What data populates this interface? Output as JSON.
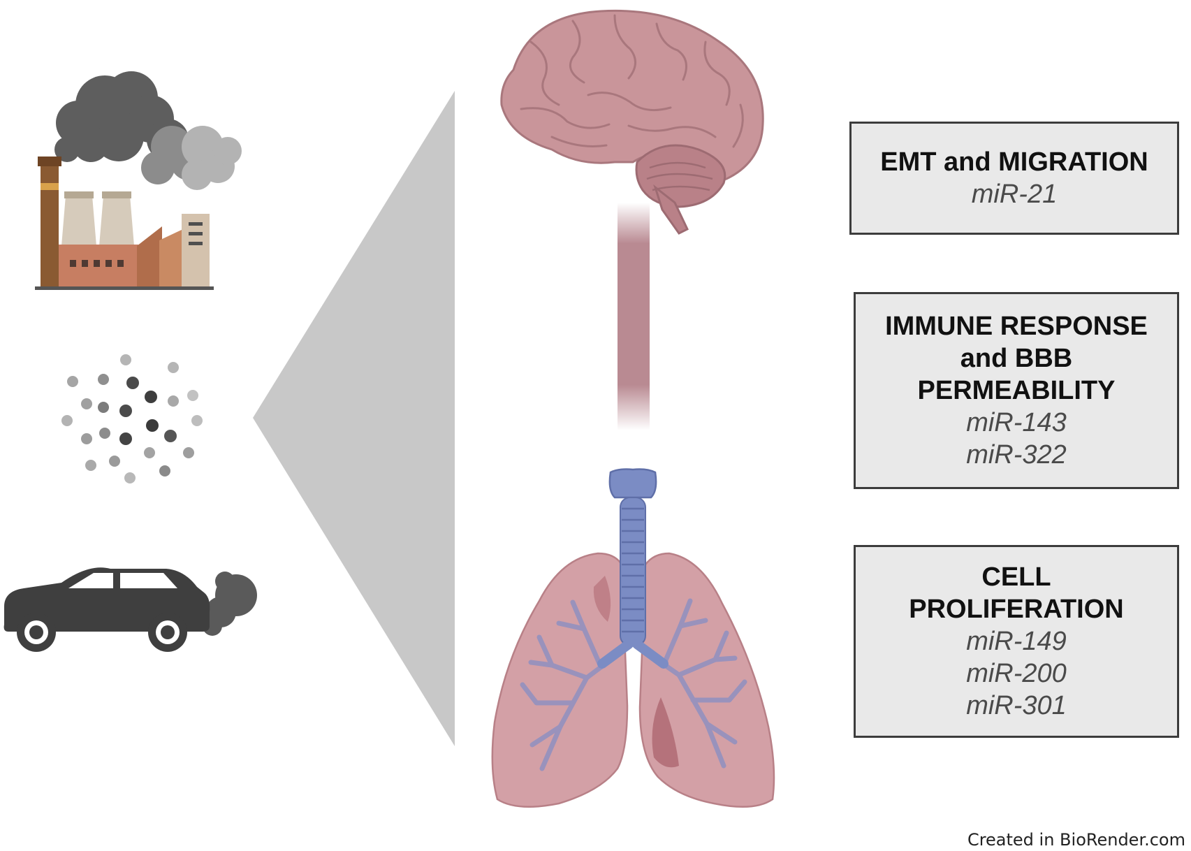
{
  "boxes": [
    {
      "title_lines": [
        "EMT and MIGRATION"
      ],
      "mirnas": [
        "miR-21"
      ]
    },
    {
      "title_lines": [
        "IMMUNE RESPONSE",
        "and BBB",
        "PERMEABILITY"
      ],
      "mirnas": [
        "miR-143",
        "miR-322"
      ]
    },
    {
      "title_lines": [
        "CELL",
        "PROLIFERATION"
      ],
      "mirnas": [
        "miR-149",
        "miR-200",
        "miR-301"
      ]
    }
  ],
  "credit": "Created in BioRender.com",
  "sources": [
    {
      "icon": "factory-smoke-icon"
    },
    {
      "icon": "particulate-matter-icon"
    },
    {
      "icon": "car-exhaust-icon"
    }
  ],
  "organs": [
    {
      "icon": "brain-icon"
    },
    {
      "icon": "lungs-icon"
    }
  ],
  "colors": {
    "box_fill": "#e9e9e9",
    "box_border": "#3c3c3c",
    "wedge": "#c8c8c8",
    "brain": "#c9959a",
    "lung": "#d3a0a6",
    "trachea": "#7b8cc4",
    "smoke": "#5e5e5e",
    "car": "#3f3f3f"
  }
}
